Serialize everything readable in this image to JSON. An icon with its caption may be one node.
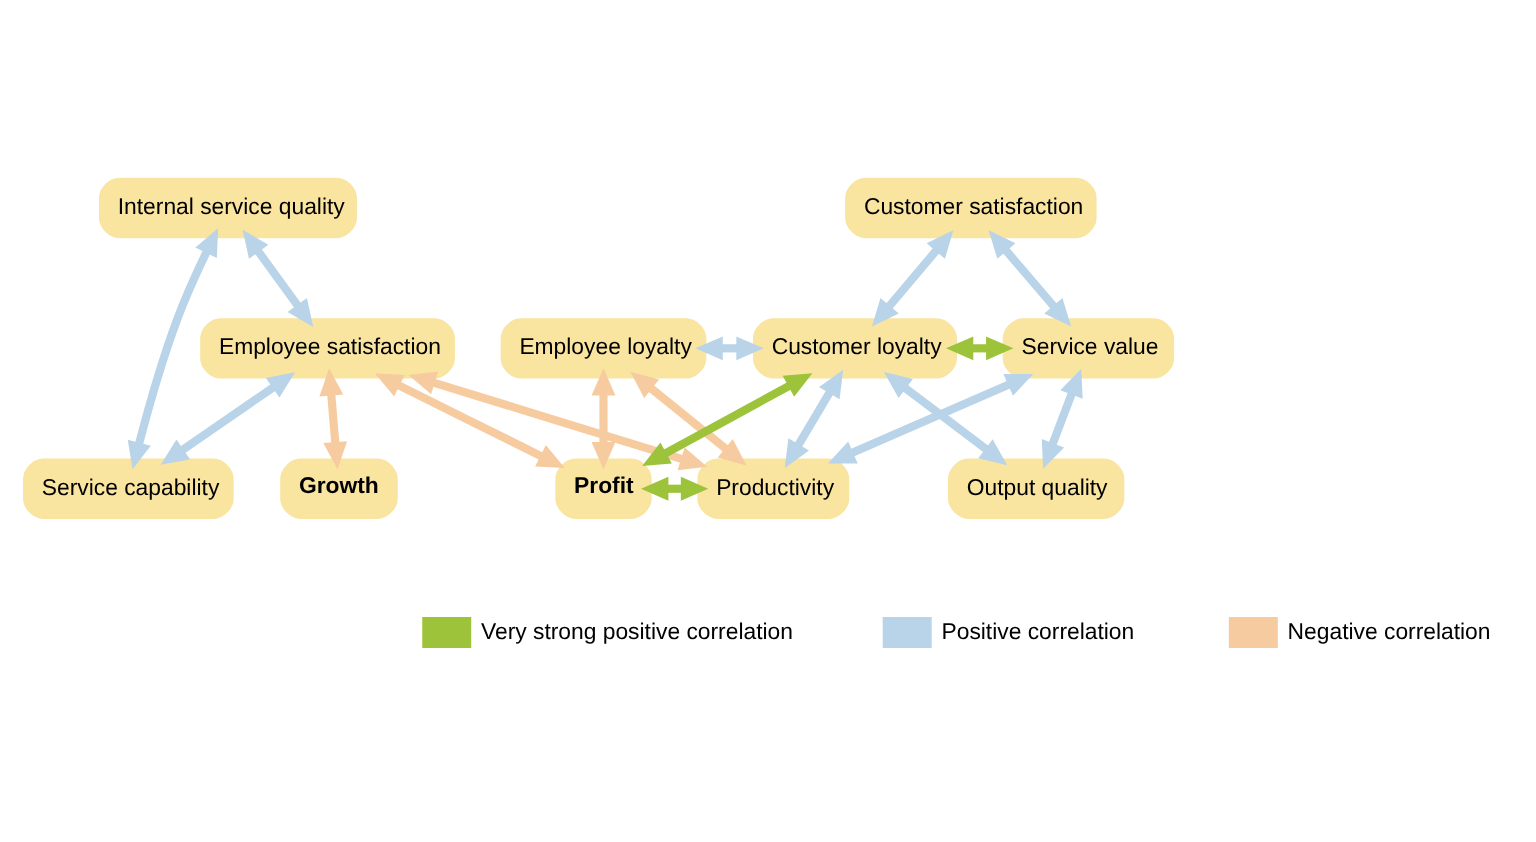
{
  "diagram": {
    "nodes": [
      {
        "text": [
          "Internal service quality"
        ]
      },
      {
        "text": [
          "Employee satisfaction"
        ]
      },
      {
        "text": [
          "Service capability"
        ]
      },
      {
        "text": [
          "Employee loyalty"
        ]
      },
      {
        "text": [
          "Customer loyalty"
        ]
      },
      {
        "text": [
          "Customer satisfaction"
        ]
      },
      {
        "text": [
          "Service value"
        ]
      },
      {
        "text": [
          "Output quality"
        ]
      },
      {
        "text": [
          "Growth"
        ]
      },
      {
        "text": [
          "Profit"
        ]
      },
      {
        "text": [
          "Productivity"
        ]
      }
    ],
    "edges": [
      {
        "from": 0,
        "to": 1,
        "arrow": "both"
      },
      {
        "from": 0,
        "to": 2,
        "arrow": "both"
      },
      {
        "from": 2,
        "to": 1,
        "arrow": "both"
      },
      {
        "from": 3,
        "to": 4,
        "arrow": "both"
      },
      {
        "from": 4,
        "to": 5,
        "arrow": "both"
      },
      {
        "from": 5,
        "to": 6,
        "arrow": "both"
      },
      {
        "from": 4,
        "to": 6,
        "arrow": "both",
        "color": "#9dc33b"
      },
      {
        "from": 4,
        "to": 7,
        "arrow": "both"
      },
      {
        "from": 7,
        "to": 6,
        "arrow": "both"
      },
      {
        "from": 1,
        "to": 8,
        "arrow": "both",
        "color": "#f7cba0"
      },
      {
        "from": 1,
        "to": 9,
        "arrow": "both",
        "color": "#f7cba0"
      },
      {
        "from": 1,
        "to": 10,
        "arrow": "both",
        "color": "#f7cba0"
      },
      {
        "from": 3,
        "to": 9,
        "arrow": "both",
        "color": "#f7cba0"
      },
      {
        "from": 3,
        "to": 10,
        "arrow": "both",
        "color": "#f7cba0"
      },
      {
        "from": 4,
        "to": 9,
        "arrow": "both",
        "color": "#9dc33b"
      },
      {
        "from": 4,
        "to": 10,
        "arrow": "both"
      },
      {
        "from": 6,
        "to": 10,
        "arrow": "both"
      },
      {
        "from": 9,
        "to": 10,
        "arrow": "both",
        "color": "#9dc33b"
      }
    ],
    "legend": [
      {
        "text": "Very strong positive correlation",
        "color": "#9dc33b"
      },
      {
        "text": "Positive correlation",
        "color": "#b9d3e8"
      },
      {
        "text": "Negative correlation",
        "color": "#f7cba0"
      }
    ]
  }
}
